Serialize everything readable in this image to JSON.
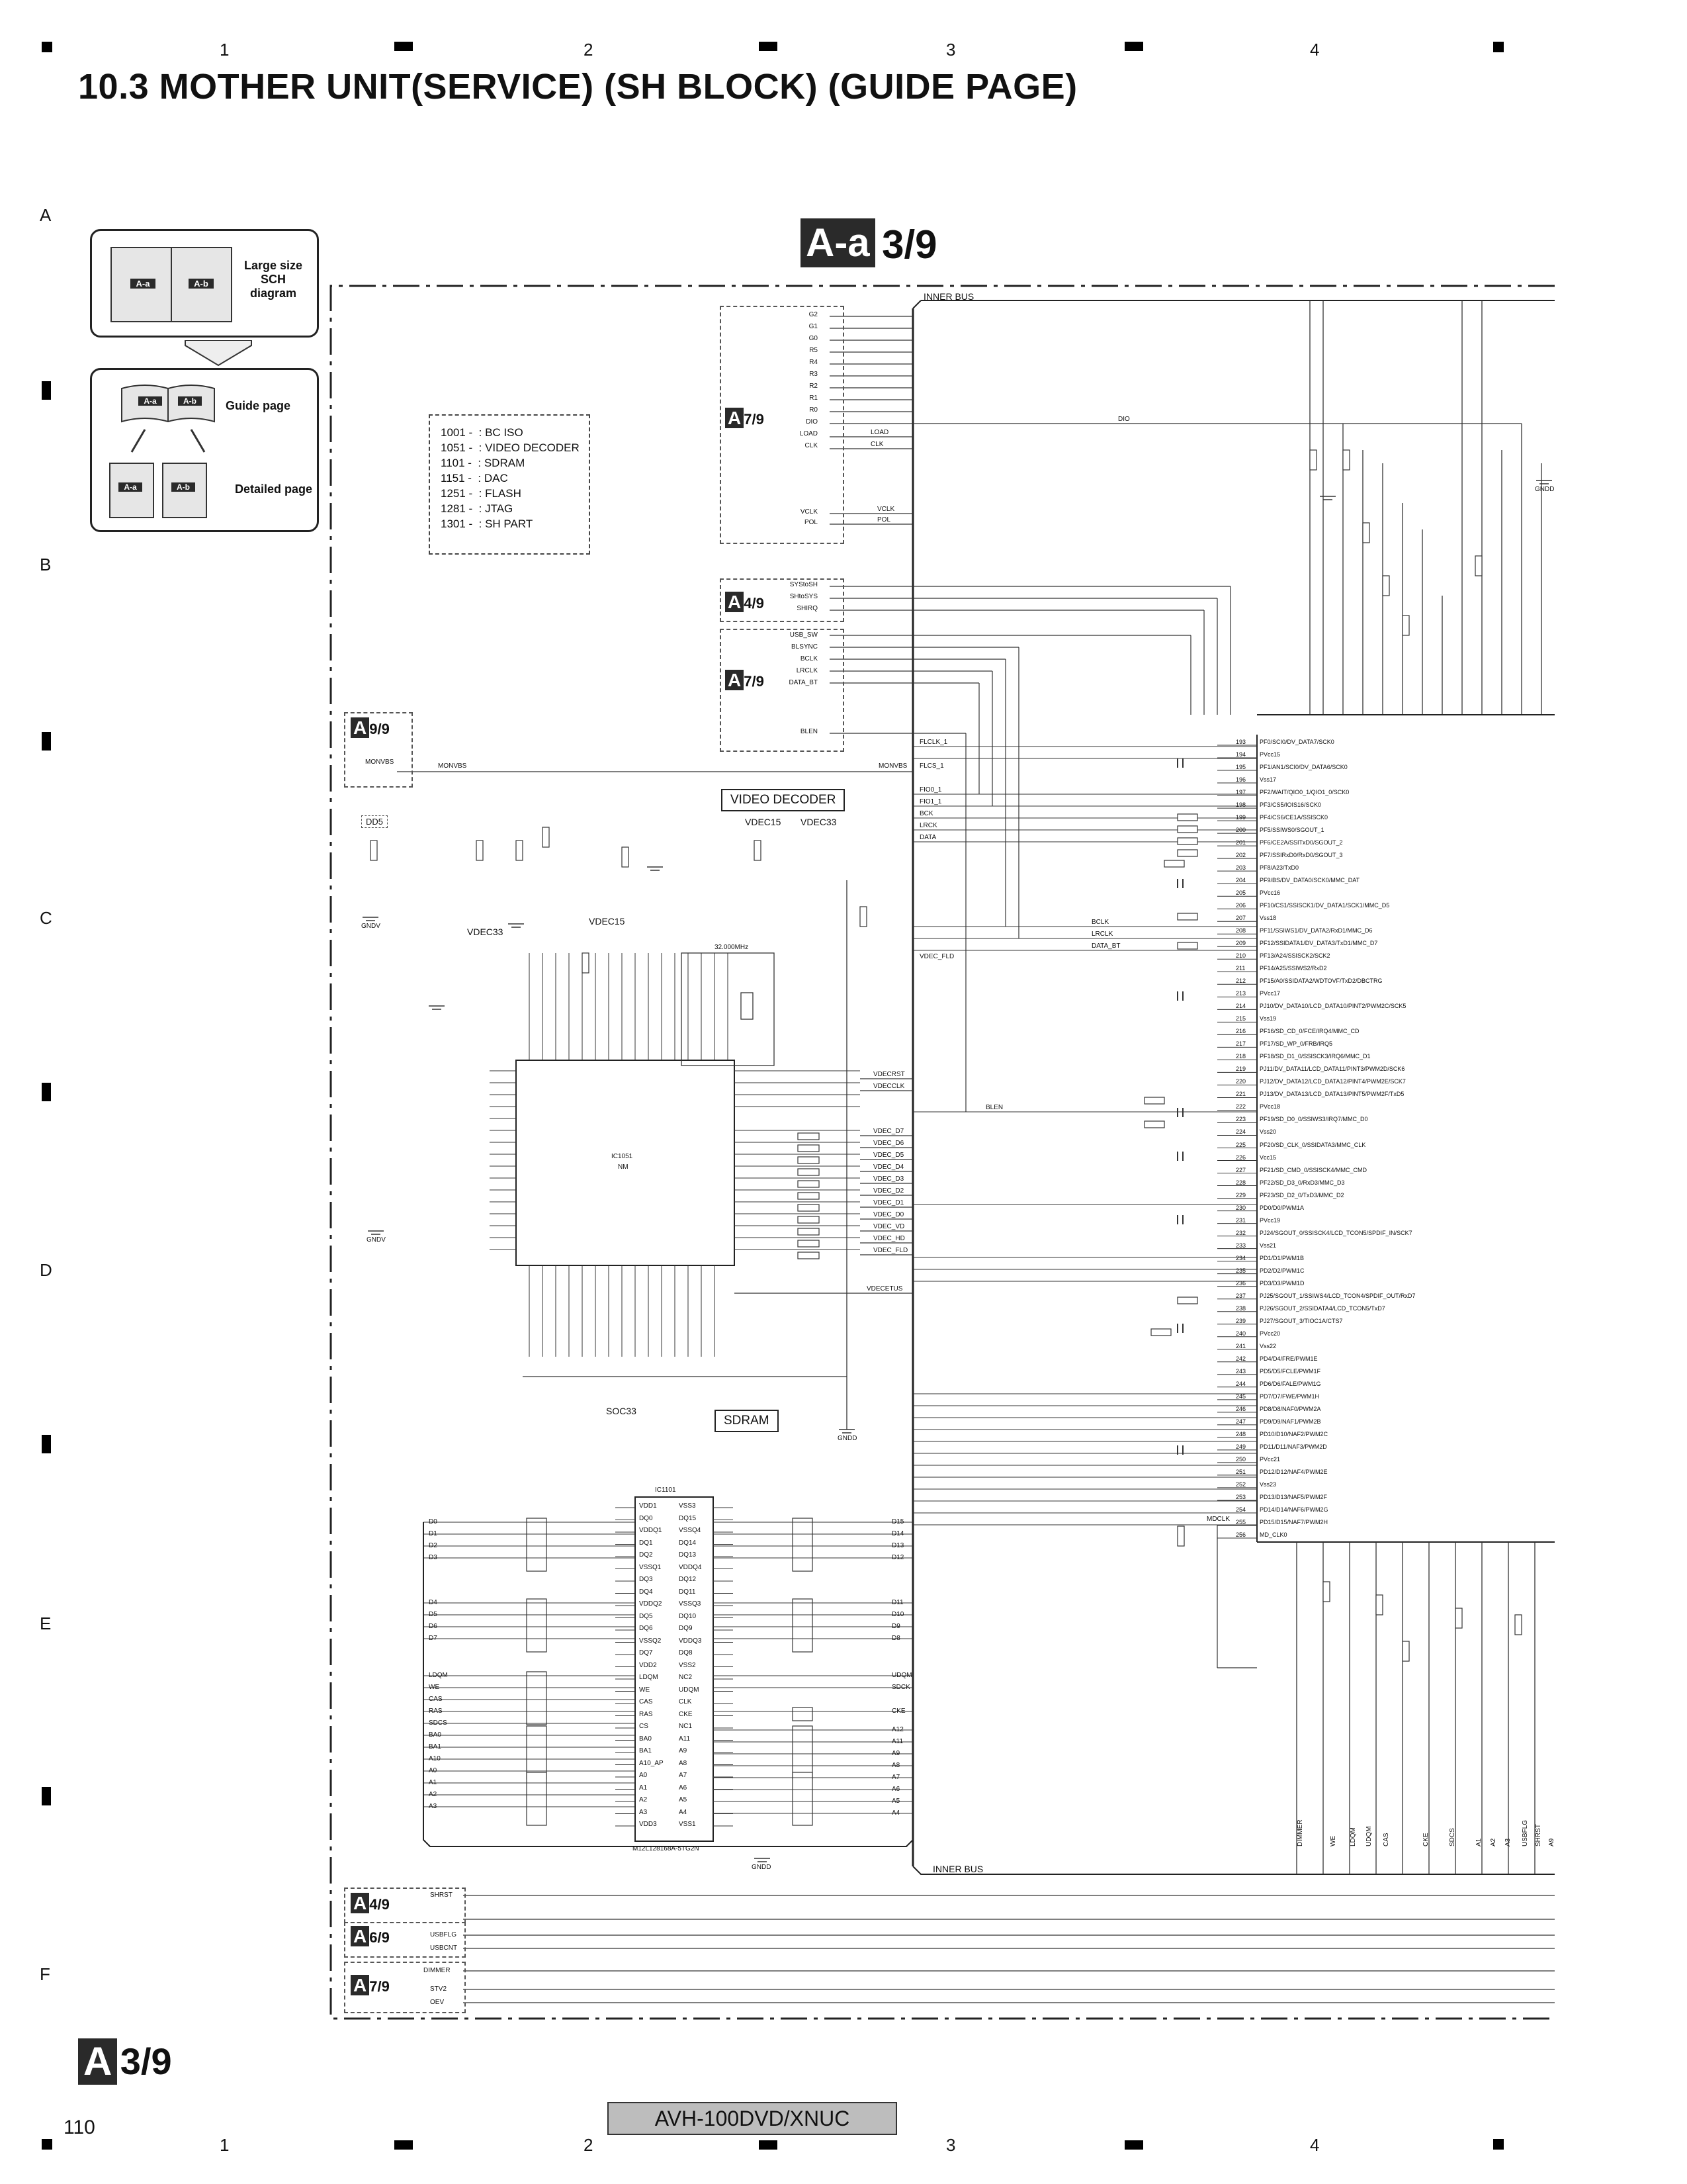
{
  "title": "10.3  MOTHER UNIT(SERVICE) (SH BLOCK) (GUIDE PAGE)",
  "column_numbers": [
    "1",
    "2",
    "3",
    "4"
  ],
  "row_letters": [
    "A",
    "B",
    "C",
    "D",
    "E",
    "F"
  ],
  "guide": {
    "large_label": "Large size SCH diagram",
    "guide_label": "Guide page",
    "detailed_label": "Detailed page",
    "tag_a": "A-a",
    "tag_b": "A-b"
  },
  "sheet_tag": {
    "letter": "A-a",
    "fraction": "3/9"
  },
  "legend_items": [
    "1001 -  : BC ISO",
    "1051 -  : VIDEO DECODER",
    "1101 -  : SDRAM",
    "1151 -  : DAC",
    "1251 -  : FLASH",
    "1281 -  : JTAG",
    "1301 -  : SH PART"
  ],
  "inner_bus_top": "INNER BUS",
  "inner_bus_bottom": "INNER BUS",
  "video_decoder_label": "VIDEO DECODER",
  "sdram_label": "SDRAM",
  "power_labels": {
    "vdec15": "VDEC15",
    "vdec33": "VDEC33",
    "vdec15b": "VDEC15",
    "vdec33b": "VDEC33",
    "soc33": "SOC33"
  },
  "connectors": {
    "a79_top": {
      "letter": "A",
      "page": "7/9",
      "pins": [
        "G2",
        "G1",
        "G0",
        "R5",
        "R4",
        "R3",
        "R2",
        "R1",
        "R0",
        "DIO",
        "LOAD",
        "CLK"
      ],
      "pins2": [
        "VCLK",
        "POL"
      ]
    },
    "a49": {
      "letter": "A",
      "page": "4/9",
      "pins": [
        "SYStoSH",
        "SHtoSYS",
        "SHIRQ"
      ]
    },
    "a79_mid": {
      "letter": "A",
      "page": "7/9",
      "pins": [
        "USB_SW",
        "BLSYNC",
        "BCLK",
        "LRCLK",
        "DATA_BT"
      ],
      "pins2": [
        "BLEN"
      ]
    },
    "a99": {
      "letter": "A",
      "page": "9/9",
      "pins": [
        "MONVBS"
      ]
    },
    "bot_a49": {
      "letter": "A",
      "page": "4/9",
      "pins": [
        "SHRST"
      ]
    },
    "bot_a69": {
      "letter": "A",
      "page": "6/9",
      "pins": [
        "USBFLG",
        "USBCNT"
      ]
    },
    "bot_a79": {
      "letter": "A",
      "page": "7/9",
      "pins": [
        "DIMMER",
        "STV2",
        "OEV"
      ]
    }
  },
  "ic1051": {
    "ref": "IC1051",
    "value": "NM"
  },
  "ic1101": {
    "ref": "IC1101",
    "part": "M12L128168A-5TG2N"
  },
  "crystal": "32.000MHz",
  "sdram_left_pins": [
    "VDD1",
    "DQ0",
    "VDDQ1",
    "DQ1",
    "DQ2",
    "VSSQ1",
    "DQ3",
    "DQ4",
    "VDDQ2",
    "DQ5",
    "DQ6",
    "VSSQ2",
    "DQ7",
    "VDD2",
    "LDQM",
    "WE",
    "CAS",
    "RAS",
    "CS",
    "BA0",
    "BA1",
    "A10_AP",
    "A0",
    "A1",
    "A2",
    "A3",
    "VDD3"
  ],
  "sdram_right_pins": [
    "VSS3",
    "DQ15",
    "VSSQ4",
    "DQ14",
    "DQ13",
    "VDDQ4",
    "DQ12",
    "DQ11",
    "VSSQ3",
    "DQ10",
    "DQ9",
    "VDDQ3",
    "DQ8",
    "VSS2",
    "NC2",
    "UDQM",
    "CLK",
    "CKE",
    "NC1",
    "A11",
    "A9",
    "A8",
    "A7",
    "A6",
    "A5",
    "A4",
    "VSS1"
  ],
  "sdram_bus_left": [
    "D0",
    "D1",
    "D2",
    "D3",
    "D4",
    "D5",
    "D6",
    "D7",
    "LDQM",
    "WE",
    "CAS",
    "RAS",
    "SDCS",
    "BA0",
    "BA1",
    "A10",
    "A0",
    "A1",
    "A2",
    "A3"
  ],
  "sdram_bus_right": [
    "D15",
    "D14",
    "D13",
    "D12",
    "D11",
    "D10",
    "D9",
    "D8",
    "UDQM",
    "SDCK",
    "CKE",
    "A12",
    "A11",
    "A9",
    "A8",
    "A7",
    "A6",
    "A5",
    "A4"
  ],
  "vdec_outputs": [
    "VDEC_D7",
    "VDEC_D6",
    "VDEC_D5",
    "VDEC_D4",
    "VDEC_D3",
    "VDEC_D2",
    "VDEC_D1",
    "VDEC_D0",
    "VDEC_VD",
    "VDEC_HD",
    "VDEC_FLD"
  ],
  "mid_signals": [
    "FLCLK_1",
    "FLCS_1",
    "FIO0_1",
    "FIO1_1",
    "BCK",
    "LRCK",
    "DATA",
    "BCLK",
    "LRCLK",
    "DATA_BT",
    "VDEC_FLD",
    "BLEN",
    "MONVBS"
  ],
  "cpu_pin_numbers": [
    "193",
    "194",
    "195",
    "196",
    "197",
    "198",
    "199",
    "200",
    "201",
    "202",
    "203",
    "204",
    "205",
    "206",
    "207",
    "208",
    "209",
    "210",
    "211",
    "212",
    "213",
    "214",
    "215",
    "216",
    "217",
    "218",
    "219",
    "220",
    "221",
    "222",
    "223",
    "224",
    "225",
    "226",
    "227",
    "228",
    "229",
    "230",
    "231",
    "232",
    "233",
    "234",
    "235",
    "236",
    "237",
    "238",
    "239",
    "240",
    "241",
    "242",
    "243",
    "244",
    "245",
    "246",
    "247",
    "248",
    "249",
    "250",
    "251",
    "252",
    "253",
    "254",
    "255",
    "256"
  ],
  "cpu_pin_names": [
    "PF0/SCI0/DV_DATA7/SCK0",
    "PVcc15",
    "PF1/AN1/SCI0/DV_DATA6/SCK0",
    "Vss17",
    "PF2/WAIT/QIO0_1/QIO1_0/SCK0",
    "PF3/CS5/IOIS16/SCK0",
    "PF4/CS6/CE1A/SSISCK0",
    "PF5/SSIWS0/SGOUT_1",
    "PF6/CE2A/SSITxD0/SGOUT_2",
    "PF7/SSIRxD0/RxD0/SGOUT_3",
    "PF8/A23/TxD0",
    "PF9/BS/DV_DATA0/SCK0/MMC_DAT",
    "PVcc16",
    "PF10/CS1/SSISCK1/DV_DATA1/SCK1/MMC_D5",
    "Vss18",
    "PF11/SSIWS1/DV_DATA2/RxD1/MMC_D6",
    "PF12/SSIDATA1/DV_DATA3/TxD1/MMC_D7",
    "PF13/A24/SSISCK2/SCK2",
    "PF14/A25/SSIWS2/RxD2",
    "PF15/A0/SSIDATA2/WDTOVF/TxD2/DBCTRG",
    "PVcc17",
    "PJ10/DV_DATA10/LCD_DATA10/PINT2/PWM2C/SCK5",
    "Vss19",
    "PF16/SD_CD_0/FCE/IRQ4/MMC_CD",
    "PF17/SD_WP_0/FRB/IRQ5",
    "PF18/SD_D1_0/SSISCK3/IRQ6/MMC_D1",
    "PJ11/DV_DATA11/LCD_DATA11/PINT3/PWM2D/SCK6",
    "PJ12/DV_DATA12/LCD_DATA12/PINT4/PWM2E/SCK7",
    "PJ13/DV_DATA13/LCD_DATA13/PINT5/PWM2F/TxD5",
    "PVcc18",
    "PF19/SD_D0_0/SSIWS3/IRQ7/MMC_D0",
    "Vss20",
    "PF20/SD_CLK_0/SSIDATA3/MMC_CLK",
    "Vcc15",
    "PF21/SD_CMD_0/SSISCK4/MMC_CMD",
    "PF22/SD_D3_0/RxD3/MMC_D3",
    "PF23/SD_D2_0/TxD3/MMC_D2",
    "PD0/D0/PWM1A",
    "PVcc19",
    "PJ24/SGOUT_0/SSISCK4/LCD_TCON5/SPDIF_IN/SCK7",
    "Vss21",
    "PD1/D1/PWM1B",
    "PD2/D2/PWM1C",
    "PD3/D3/PWM1D",
    "PJ25/SGOUT_1/SSIWS4/LCD_TCON4/SPDIF_OUT/RxD7",
    "PJ26/SGOUT_2/SSIDATA4/LCD_TCON5/TxD7",
    "PJ27/SGOUT_3/TIOC1A/CTS7",
    "PVcc20",
    "Vss22",
    "PD4/D4/FRE/PWM1E",
    "PD5/D5/FCLE/PWM1F",
    "PD6/D6/FALE/PWM1G",
    "PD7/D7/FWE/PWM1H",
    "PD8/D8/NAF0/PWM2A",
    "PD9/D9/NAF1/PWM2B",
    "PD10/D10/NAF2/PWM2C",
    "PD11/D11/NAF3/PWM2D",
    "PVcc21",
    "PD12/D12/NAF4/PWM2E",
    "Vss23",
    "PD13/D13/NAF5/PWM2F",
    "PD14/D14/NAF6/PWM2G",
    "PD15/D15/NAF7/PWM2H",
    "MD_CLK0"
  ],
  "model": "AVH-100DVD/XNUC",
  "page_number": "110",
  "bottom_tag": {
    "letter": "A",
    "fraction": "3/9"
  },
  "bottom_bus_labels": [
    "WE",
    "LDQM",
    "UDQM",
    "CAS",
    "CKE",
    "SDCS",
    "A1",
    "A2",
    "A3",
    "USBFLG",
    "SHRST",
    "DIMMER",
    "A9"
  ],
  "misc_labels": {
    "dd5": "DD5",
    "gndd": "GNDD",
    "gndv": "GNDV",
    "dio": "DIO",
    "load": "LOAD",
    "clk": "CLK",
    "vclk": "VCLK",
    "pol": "POL",
    "vdecrst": "VDECRST",
    "vdecclk": "VDECCLK",
    "vdecetus": "VDECETUS",
    "mdclk": "MDCLK"
  }
}
